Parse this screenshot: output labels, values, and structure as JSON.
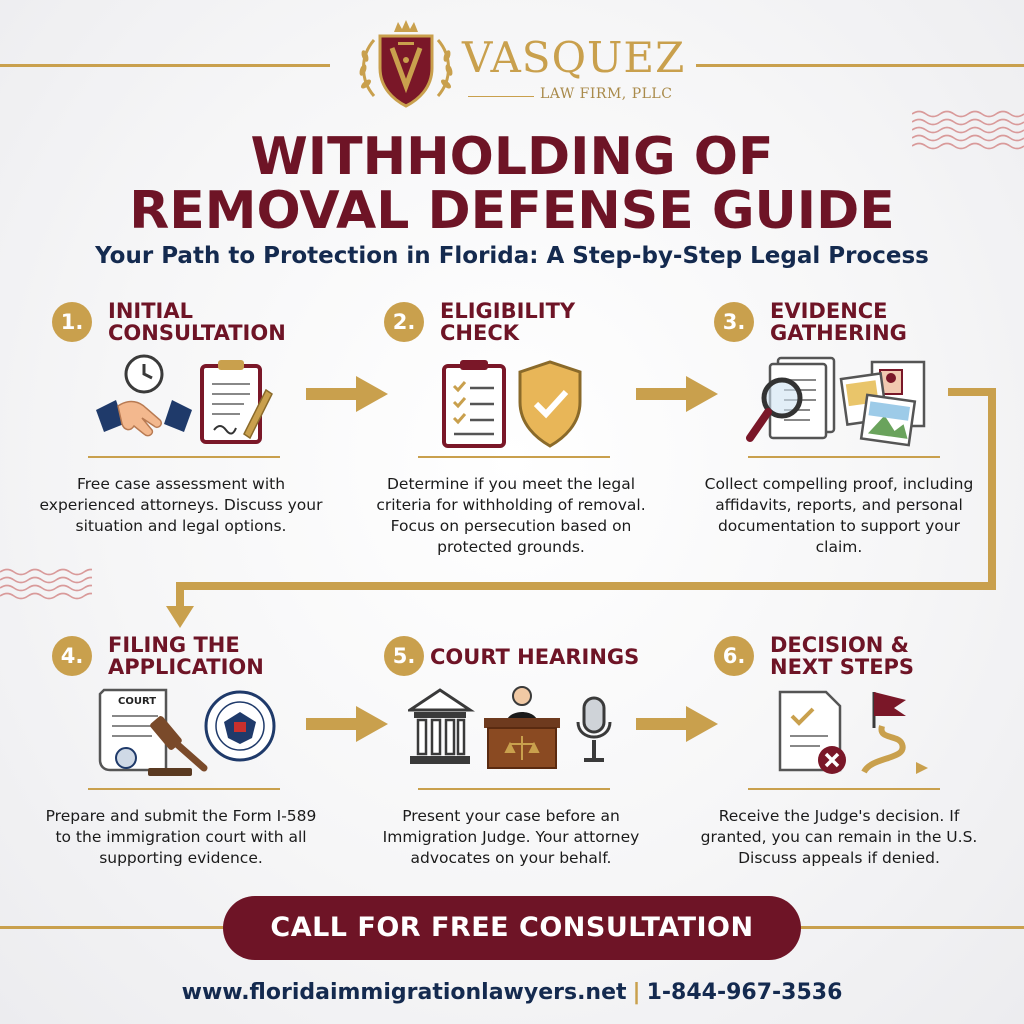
{
  "brand": {
    "name": "VASQUEZ",
    "subtitle": "LAW FIRM, PLLC"
  },
  "title": {
    "line1": "WITHHOLDING OF",
    "line2": "REMOVAL DEFENSE GUIDE"
  },
  "subtitle": "Your Path to Protection in Florida: A Step-by-Step Legal Process",
  "steps": [
    {
      "number": "1.",
      "title_line1": "INITIAL",
      "title_line2": "CONSULTATION",
      "description": "Free case assessment with experienced attorneys. Discuss your situation and legal options.",
      "icons": [
        "clock-icon",
        "handshake-icon",
        "clipboard-pen-icon"
      ]
    },
    {
      "number": "2.",
      "title_line1": "ELIGIBILITY",
      "title_line2": "CHECK",
      "description": "Determine if you meet the legal criteria for withholding of removal. Focus on persecution based on protected grounds.",
      "icons": [
        "checklist-icon",
        "shield-check-icon"
      ]
    },
    {
      "number": "3.",
      "title_line1": "EVIDENCE",
      "title_line2": "GATHERING",
      "description": "Collect compelling proof, including affidavits, reports, and personal documentation to support your claim.",
      "icons": [
        "documents-magnifier-icon",
        "photos-icon"
      ]
    },
    {
      "number": "4.",
      "title_line1": "FILING THE",
      "title_line2": "APPLICATION",
      "description": "Prepare and submit the Form I-589 to the immigration court with all supporting evidence.",
      "icons": [
        "court-document-icon",
        "gavel-icon",
        "dhs-seal-icon"
      ],
      "court_label": "COURT"
    },
    {
      "number": "5.",
      "title_line1": "COURT HEARINGS",
      "title_line2": "",
      "description": "Present your case before an Immigration Judge. Your attorney advocates on your behalf.",
      "icons": [
        "courthouse-icon",
        "judge-bench-icon",
        "microphone-icon"
      ]
    },
    {
      "number": "6.",
      "title_line1": "DECISION &",
      "title_line2": "NEXT STEPS",
      "description": "Receive the Judge's decision. If granted, you can remain in the U.S. Discuss appeals if denied.",
      "icons": [
        "decision-document-icon",
        "flag-path-icon"
      ]
    }
  ],
  "cta": "CALL FOR FREE CONSULTATION",
  "footer": {
    "website": "www.floridaimmigrationlawyers.net",
    "separator": "|",
    "phone": "1-844-967-3536"
  },
  "colors": {
    "maroon": "#6e1426",
    "gold": "#c9a04d",
    "navy": "#142a4f"
  }
}
